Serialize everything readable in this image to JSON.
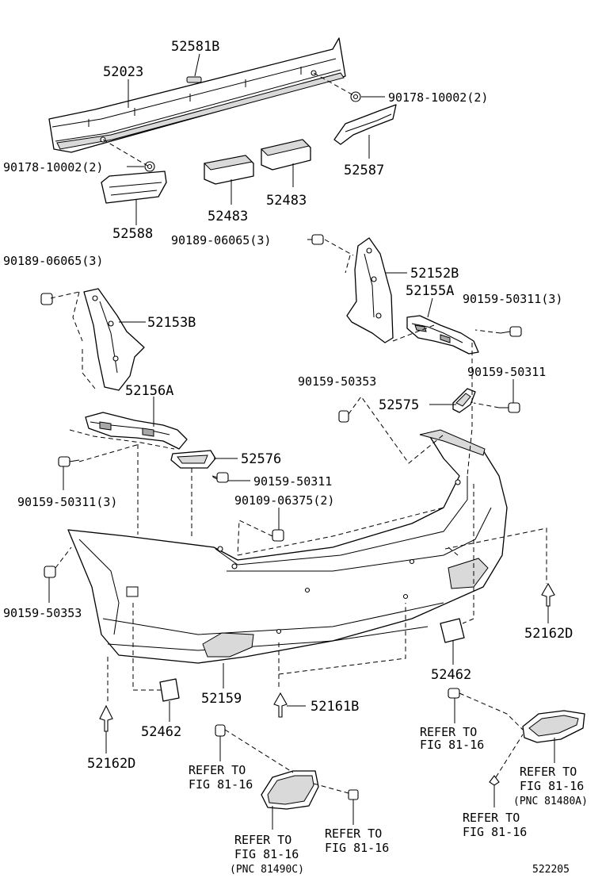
{
  "labels": {
    "p52581B": "52581B",
    "p52023": "52023",
    "p90178_right": "90178-10002(2)",
    "p90178_left": "90178-10002(2)",
    "p52587": "52587",
    "p52588": "52588",
    "p52483_left": "52483",
    "p52483_right": "52483",
    "p90189_center": "90189-06065(3)",
    "p90189_left": "90189-06065(3)",
    "p52152B": "52152B",
    "p52155A": "52155A",
    "p90159_50311_3_right": "90159-50311(3)",
    "p52153B": "52153B",
    "p90159_50353_center": "90159-50353",
    "p90159_50311_right": "90159-50311",
    "p52156A": "52156A",
    "p52575": "52575",
    "p52576": "52576",
    "p90159_50311_center": "90159-50311",
    "p90159_50311_3_left": "90159-50311(3)",
    "p90109": "90109-06375(2)",
    "p90159_50353_left": "90159-50353",
    "p52162D_right": "52162D",
    "p52462_right": "52462",
    "p52159": "52159",
    "p52161B": "52161B",
    "p52462_left": "52462",
    "p52162D_left": "52162D",
    "refer1_a": "REFER TO",
    "refer1_b": "FIG 81-16",
    "refer2_a": "REFER TO",
    "refer2_b": "FIG 81-16",
    "refer2_c": "(PNC 81480A)",
    "refer3_a": "REFER TO",
    "refer3_b": "FIG 81-16",
    "refer4_a": "REFER TO",
    "refer4_b": "FIG 81-16",
    "refer5_a": "REFER TO",
    "refer5_b": "FIG 81-16",
    "refer5_c": "(PNC 81490C)",
    "refer6_a": "REFER TO",
    "refer6_b": "FIG 81-16",
    "figure_id": "522205"
  }
}
